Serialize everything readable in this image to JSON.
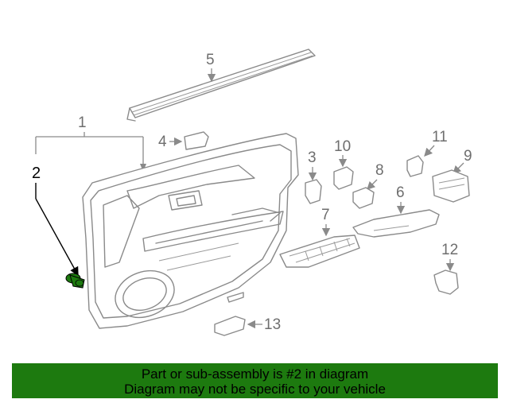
{
  "callouts": {
    "c1": "1",
    "c2": "2",
    "c3": "3",
    "c4": "4",
    "c5": "5",
    "c6": "6",
    "c7": "7",
    "c8": "8",
    "c9": "9",
    "c10": "10",
    "c11": "11",
    "c12": "12",
    "c13": "13"
  },
  "highlight": {
    "part_number": "2",
    "color": "#1d7a0f"
  },
  "banner": {
    "line1": "Part or sub-assembly is #2 in diagram",
    "line2": "Diagram may not be specific to your vehicle",
    "background": "#1d7a0f"
  }
}
